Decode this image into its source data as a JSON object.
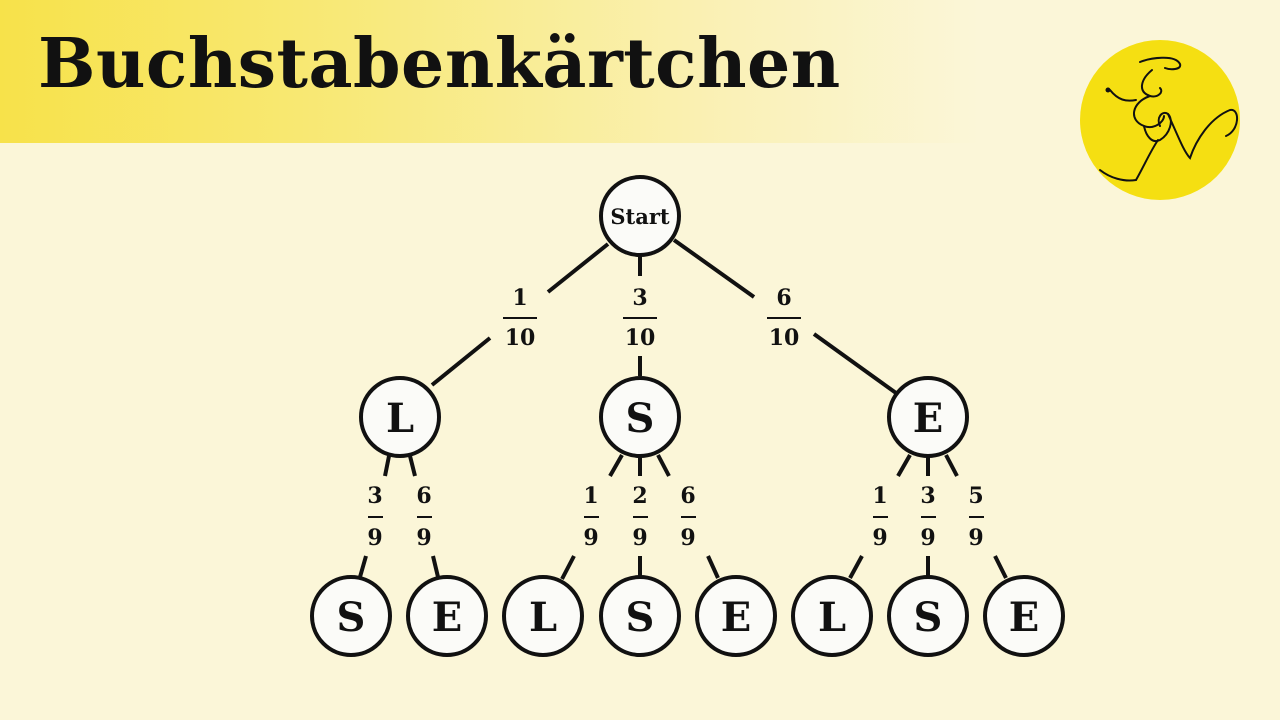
{
  "title": "Buchstabenkärtchen",
  "logo": {
    "initials": "EN",
    "icon": "calligraphic-EN-logo",
    "color": "#f5df12"
  },
  "colors": {
    "background": "#fbf6d8",
    "title_bar": "#f7e24a",
    "node_fill": "#fbfbf8",
    "stroke": "#111111"
  },
  "tree": {
    "root": {
      "label": "Start"
    },
    "level1": [
      {
        "label": "L",
        "prob_num": "1",
        "prob_den": "10"
      },
      {
        "label": "S",
        "prob_num": "3",
        "prob_den": "10"
      },
      {
        "label": "E",
        "prob_num": "6",
        "prob_den": "10"
      }
    ],
    "level2": [
      {
        "parent": "L",
        "label": "S",
        "prob_num": "3",
        "prob_den": "9"
      },
      {
        "parent": "L",
        "label": "E",
        "prob_num": "6",
        "prob_den": "9"
      },
      {
        "parent": "S",
        "label": "L",
        "prob_num": "1",
        "prob_den": "9"
      },
      {
        "parent": "S",
        "label": "S",
        "prob_num": "2",
        "prob_den": "9"
      },
      {
        "parent": "S",
        "label": "E",
        "prob_num": "6",
        "prob_den": "9"
      },
      {
        "parent": "E",
        "label": "L",
        "prob_num": "1",
        "prob_den": "9"
      },
      {
        "parent": "E",
        "label": "S",
        "prob_num": "3",
        "prob_den": "9"
      },
      {
        "parent": "E",
        "label": "E",
        "prob_num": "5",
        "prob_den": "9"
      }
    ]
  }
}
